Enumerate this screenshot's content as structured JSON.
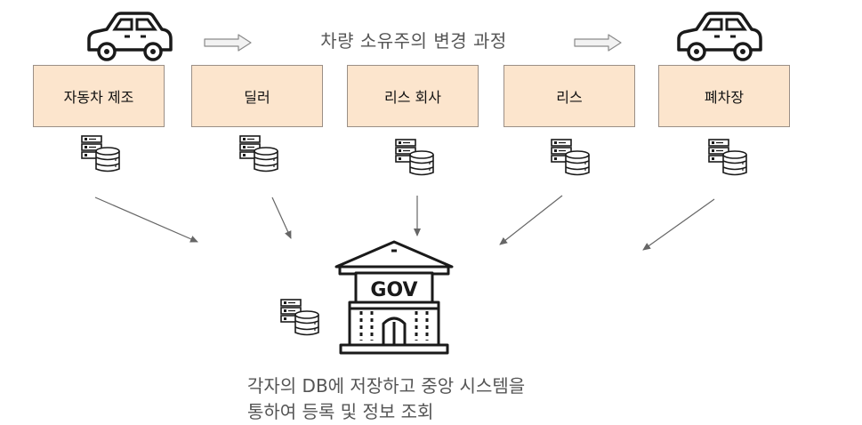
{
  "diagram": {
    "title": "차량 소유주의 변경 과정",
    "stages": [
      {
        "label": "자동차 제조"
      },
      {
        "label": "딜러"
      },
      {
        "label": "리스 회사"
      },
      {
        "label": "리스"
      },
      {
        "label": "폐차장"
      }
    ],
    "gov_sign": "GOV",
    "caption": {
      "line1": "각자의 DB에 저장하고 중앙 시스템을",
      "line2": "통하여 등록 및 정보 조회"
    }
  }
}
